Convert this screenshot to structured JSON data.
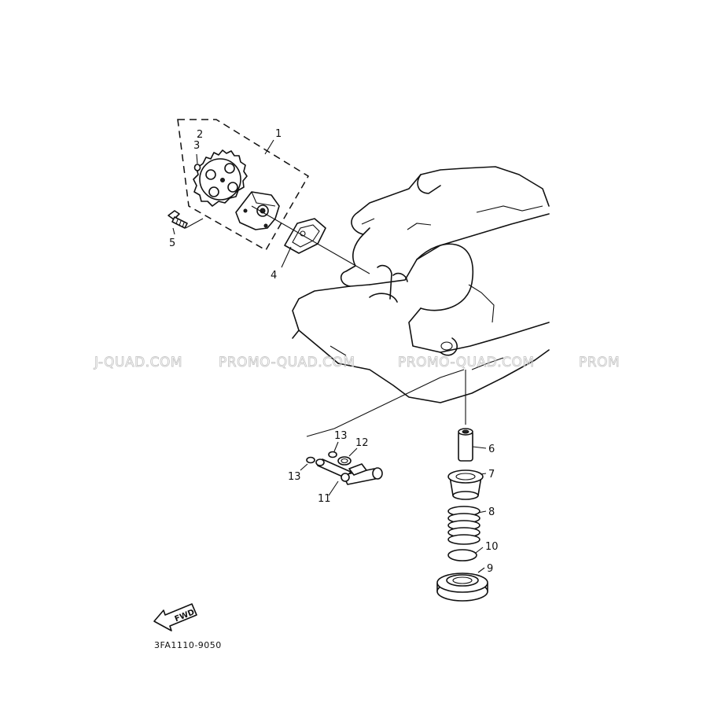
{
  "diagram": {
    "part_labels": {
      "p1": "1",
      "p2": "2",
      "p3": "3",
      "p4": "4",
      "p5": "5",
      "p6": "6",
      "p7": "7",
      "p8": "8",
      "p9": "9",
      "p10": "10",
      "p11": "11",
      "p12": "12",
      "p13a": "13",
      "p13b": "13"
    },
    "forward_arrow_text": "FWD",
    "figure_code": "3FA1110-9050",
    "watermarks": [
      "J-QUAD.COM",
      "PROMO-QUAD.COM",
      "PROMO-QUAD.COM",
      "PROM"
    ]
  }
}
